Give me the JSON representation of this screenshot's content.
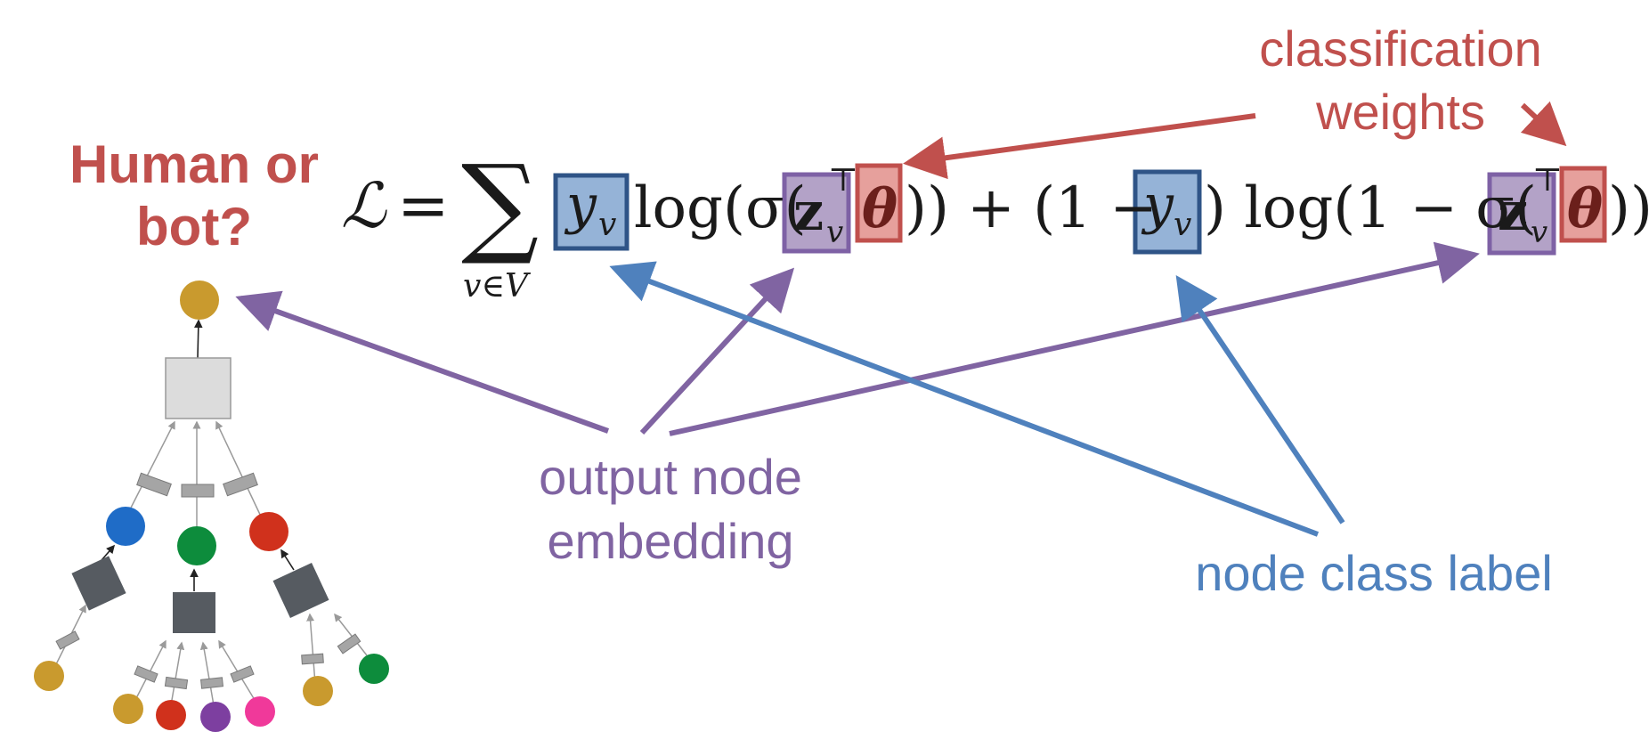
{
  "question": {
    "line1": "Human or",
    "line2": "bot?"
  },
  "labels": {
    "classification_line1": "classification",
    "classification_line2": "weights",
    "embedding_line1": "output node",
    "embedding_line2": "embedding",
    "class_label": "node class label"
  },
  "equation": {
    "lhs": "ℒ",
    "equals": "=",
    "sum": "∑",
    "sum_sub": "v∈V",
    "y_v": "y",
    "y_sub": "v",
    "log_open": "log(σ(",
    "z": "z",
    "z_sub": "v",
    "z_sup": "⊤",
    "theta": "θ",
    "close_plus": ")) + (1 −",
    "close_log": ") log(1 − σ(",
    "final_close": "))"
  },
  "colors": {
    "red": "#c0504d",
    "purple": "#8064a2",
    "blue": "#4f81bd",
    "blue_fill": "#95b3d7",
    "blue_stroke": "#2f5487",
    "purple_fill": "#b3a2c7",
    "purple_stroke": "#7e61a5",
    "red_fill": "#e6a09c",
    "red_stroke": "#c0504d",
    "gold": "#c99a2e",
    "node_blue": "#1f6cc7",
    "node_green": "#0d8c3c",
    "node_red": "#d0311c",
    "node_purple": "#7d3fa0",
    "node_pink": "#f0399a",
    "dark_box": "#565b61",
    "light_box": "#dcdcdc",
    "edge_box": "#a5a5a5"
  }
}
